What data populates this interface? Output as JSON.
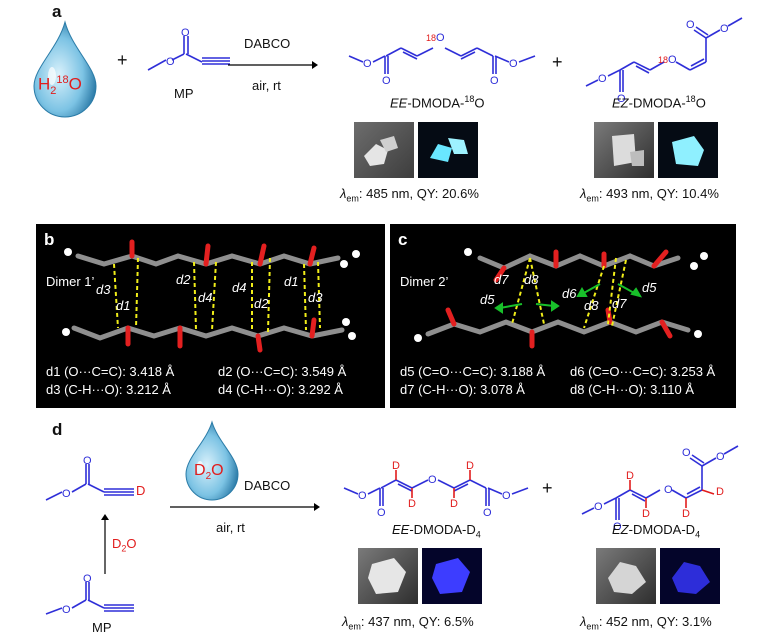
{
  "panel_a": {
    "label": "a",
    "water_main": "H",
    "water_sub": "2",
    "water_sup": "18",
    "water_end": "O",
    "plus1": "+",
    "mp_label": "MP",
    "catalyst": "DABCO",
    "conditions": "air, rt",
    "plus2": "+",
    "product1_prefix": "EE",
    "product1_main": "-DMODA-",
    "product1_sup": "18",
    "product1_end": "O",
    "product2_prefix": "EZ",
    "product2_main": "-DMODA-",
    "product2_sup": "18",
    "product2_end": "O",
    "isotope_label_1": "18",
    "isotope_label_2": "18",
    "isotope_o1": "O",
    "isotope_o2": "O",
    "emission1_symbol": "λ",
    "emission1_sub": "em",
    "emission1_value": ": 485 nm, QY: 20.6%",
    "emission2_symbol": "λ",
    "emission2_sub": "em",
    "emission2_value": ": 493 nm, QY: 10.4%"
  },
  "panel_b": {
    "label": "b",
    "dimer": "Dimer 1’",
    "contacts": [
      "d3",
      "d1",
      "d2",
      "d4",
      "d4",
      "d2",
      "d1",
      "d3"
    ],
    "line1_left": "d1 (O···C=C): 3.418 Å",
    "line1_right": "d2 (O···C=C): 3.549 Å",
    "line2_left": "d3 (C-H···O): 3.212 Å",
    "line2_right": "d4 (C-H···O): 3.292 Å"
  },
  "panel_c": {
    "label": "c",
    "dimer": "Dimer 2’",
    "contacts": [
      "d7",
      "d8",
      "d5",
      "d6",
      "d8",
      "d7",
      "d5"
    ],
    "line1_left": "d5 (C=O···C=C): 3.188 Å",
    "line1_right": "d6 (C=O···C=C): 3.253 Å",
    "line2_left": "d7 (C-H···O): 3.078 Å",
    "line2_right": "d8 (C-H···O):  3.110 Å"
  },
  "panel_d": {
    "label": "d",
    "water_main": "D",
    "water_sub": "2",
    "water_end": "O",
    "d_atom": "D",
    "d2o_main": "D",
    "d2o_sub": "2",
    "d2o_end": "O",
    "mp_label": "MP",
    "catalyst": "DABCO",
    "conditions": "air, rt",
    "plus": "+",
    "product1_prefix": "EE",
    "product1_main": "-DMODA-D",
    "product1_sub": "4",
    "product2_prefix": "EZ",
    "product2_main": "-DMODA-D",
    "product2_sub": "4",
    "ring_o1": "O",
    "ring_o2": "O",
    "d_labels": [
      "D",
      "D",
      "D",
      "D",
      "D",
      "D",
      "D",
      "D"
    ],
    "emission1_symbol": "λ",
    "emission1_sub": "em",
    "emission1_value": ": 437 nm, QY: 6.5%",
    "emission2_symbol": "λ",
    "emission2_sub": "em",
    "emission2_value": ": 452 nm, QY: 3.1%"
  },
  "colors": {
    "structure_blue": "#2f2fd8",
    "isotope_red": "#e11d1d",
    "droplet_light": "#a9dcf2",
    "droplet_dark": "#1f6f9e",
    "contact_yellow": "#f1ee19",
    "contact_green": "#18c02a",
    "carbon_gray": "#8f8f8f",
    "oxygen_red": "#e32020"
  }
}
